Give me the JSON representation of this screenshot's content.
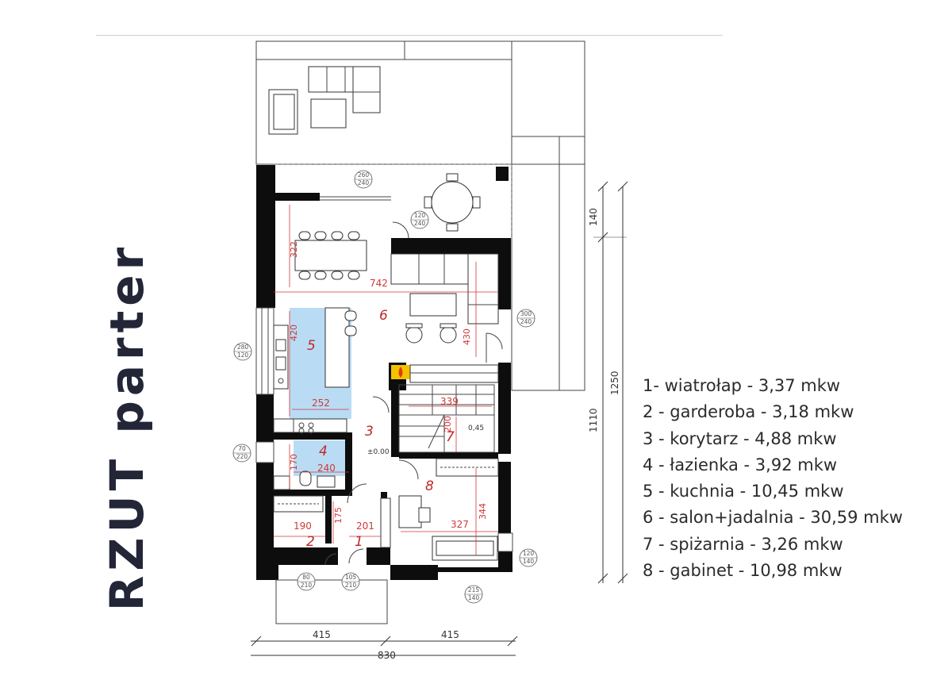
{
  "title": "RZUT parter",
  "rooms": [
    {
      "number": "1",
      "label": "1-  wiatrołap - 3,37 mkw"
    },
    {
      "number": "2",
      "label": "2 - garderoba - 3,18 mkw"
    },
    {
      "number": "3",
      "label": "3 - korytarz - 4,88 mkw"
    },
    {
      "number": "4",
      "label": "4 - łazienka - 3,92 mkw"
    },
    {
      "number": "5",
      "label": "5 - kuchnia - 10,45 mkw"
    },
    {
      "number": "6",
      "label": "6 - salon+jadalnia - 30,59 mkw"
    },
    {
      "number": "7",
      "label": "7 - spiżarnia - 3,26 mkw"
    },
    {
      "number": "8",
      "label": "8 - gabinet - 10,98 mkw"
    }
  ],
  "dimensions": {
    "d742": "742",
    "d322": "322",
    "d420": "420",
    "d430": "430",
    "d252": "252",
    "d339": "339",
    "d200": "200",
    "d170": "170",
    "d240": "240",
    "d175": "175",
    "d190": "190",
    "d201": "201",
    "d327": "327",
    "d344": "344",
    "d140": "140",
    "d1110": "1110",
    "d1250": "1250",
    "d415a": "415",
    "d415b": "415",
    "d830": "830",
    "level": "±0.00",
    "stair": "0,45"
  },
  "opening_tags": [
    {
      "top": "260",
      "bottom": "240"
    },
    {
      "top": "120",
      "bottom": "240"
    },
    {
      "top": "300",
      "bottom": "240"
    },
    {
      "top": "280",
      "bottom": "120"
    },
    {
      "top": "70",
      "bottom": "220"
    },
    {
      "top": "80",
      "bottom": "210"
    },
    {
      "top": "105",
      "bottom": "210"
    },
    {
      "top": "120",
      "bottom": "140"
    },
    {
      "top": "215",
      "bottom": "140"
    }
  ],
  "colors": {
    "title": "#222637",
    "walls": "#0d0d0d",
    "dimension_red": "#d03838",
    "kitchen_fill": "#b9dcf4",
    "bathroom_fill": "#b9dcf4",
    "fireplace": "#f2c200"
  }
}
